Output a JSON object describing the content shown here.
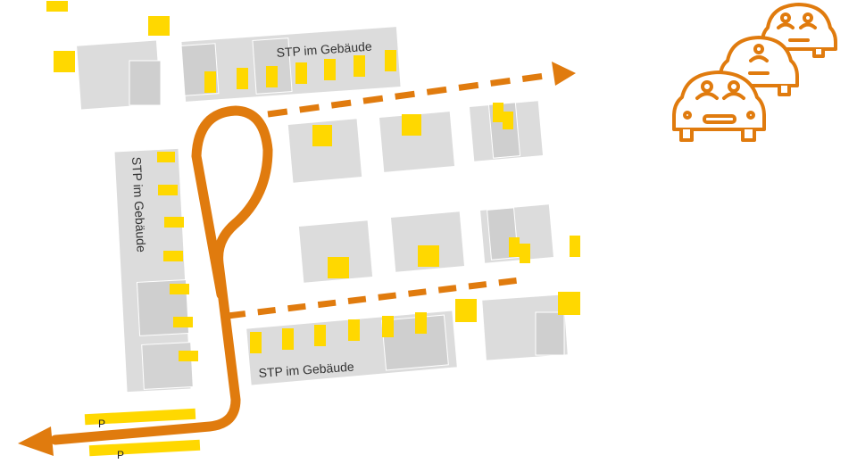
{
  "labels": {
    "parking_top": "STP im Gebäude",
    "parking_left": "STP im Gebäude",
    "parking_bottom": "STP im Gebäude",
    "parking_p1": "P",
    "parking_p2": "P"
  },
  "colors": {
    "route": "#e07b0e",
    "parking": "#ffd800",
    "building": "#dcdcdc",
    "building_dark": "#cfcfcf",
    "car_icon": "#e07b0e"
  },
  "icons": [
    "car-queue-icon",
    "route-arrow-icon"
  ]
}
